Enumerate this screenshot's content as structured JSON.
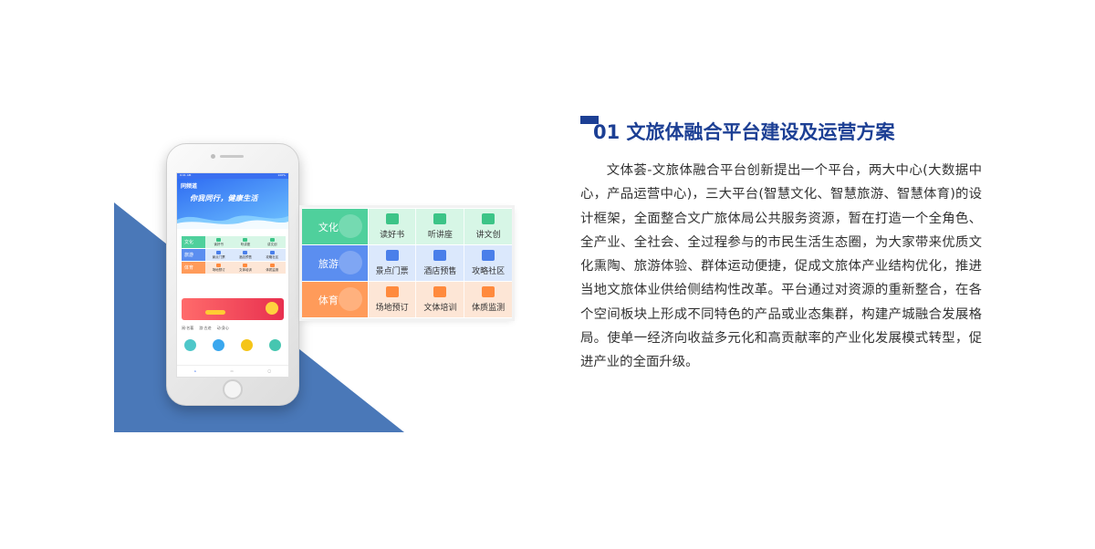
{
  "heading": {
    "title": "01 文旅体融合平台建设及运营方案"
  },
  "paragraph": "文体荟-文旅体融合平台创新提出一个平台，两大中心(大数据中心，产品运营中心)，三大平台(智慧文化、智慧旅游、智慧体育)的设计框架，全面整合文广旅体局公共服务资源，暂在打造一个全角色、全产业、全社会、全过程参与的市民生活生态圈，为大家带来优质文化熏陶、旅游体验、群体运动便捷，促成文旅体产业结构优化，推进当地文旅体业供给侧结构性改革。平台通过对资源的重新整合，在各个空间板块上形成不同特色的产品或业态集群，构建产城融合发展格局。使单一经济向收益多元化和高贡献率的产业化发展模式转型，促进产业的全面升级。",
  "colors": {
    "accent": "#1c3f94",
    "triangle": "#4a78b8",
    "culture": "#4fd09c",
    "travel": "#5b8ef0",
    "sports": "#ff9b5a"
  },
  "phone": {
    "status_time": "9:41 AM",
    "status_battery": "100%",
    "logo": "同频道",
    "slogan": "你我同行，健康生活",
    "tabs": [
      "阅·名著",
      "游·古迹",
      "动·身心"
    ]
  },
  "panel": {
    "rows": [
      {
        "label": "文化",
        "color": "#4fd09c",
        "cell_bg": "#d7f6e6",
        "icon_color": "#3cc487",
        "items": [
          {
            "label": "读好书",
            "icon": "book-icon"
          },
          {
            "label": "听讲座",
            "icon": "lecture-icon"
          },
          {
            "label": "讲文创",
            "icon": "fan-icon"
          }
        ]
      },
      {
        "label": "旅游",
        "color": "#5b8ef0",
        "cell_bg": "#dbe8fc",
        "icon_color": "#4a7fea",
        "items": [
          {
            "label": "景点门票",
            "icon": "pagoda-icon"
          },
          {
            "label": "酒店预售",
            "icon": "hotel-icon"
          },
          {
            "label": "攻略社区",
            "icon": "document-icon"
          }
        ]
      },
      {
        "label": "体育",
        "color": "#ff9b5a",
        "cell_bg": "#fde6d6",
        "icon_color": "#ff8a3d",
        "items": [
          {
            "label": "场地预订",
            "icon": "venue-icon"
          },
          {
            "label": "文体培训",
            "icon": "training-icon"
          },
          {
            "label": "体质监测",
            "icon": "fitness-icon"
          }
        ]
      }
    ]
  }
}
